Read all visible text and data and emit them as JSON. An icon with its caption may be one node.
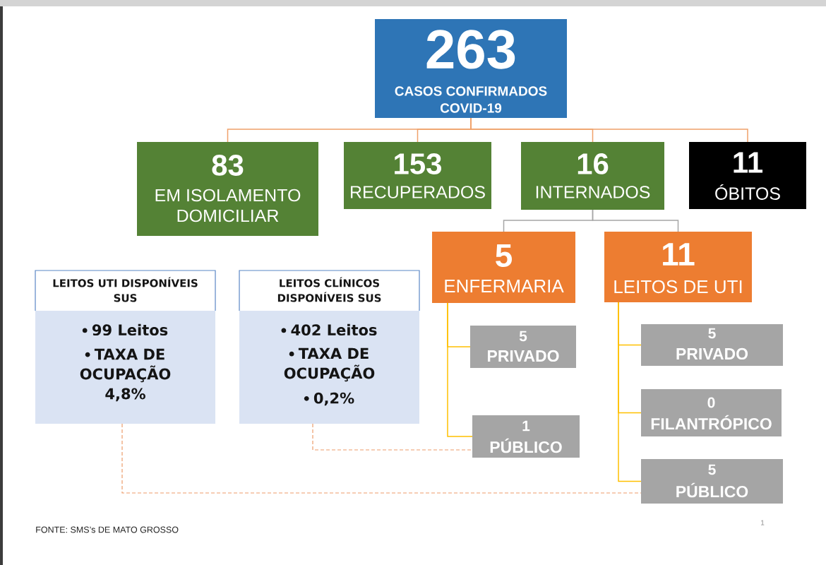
{
  "diagram": {
    "nodes": [
      {
        "text": [
          "263",
          "CASOS CONFIRMADOS COVID-19"
        ]
      },
      {
        "text": [
          "83",
          "EM ISOLAMENTO DOMICILIAR"
        ]
      },
      {
        "text": [
          "153",
          "RECUPERADOS"
        ]
      },
      {
        "text": [
          "16",
          "INTERNADOS"
        ]
      },
      {
        "text": [
          "11",
          "ÓBITOS"
        ]
      },
      {
        "text": [
          "5",
          "ENFERMARIA"
        ]
      },
      {
        "text": [
          "11",
          "LEITOS DE UTI"
        ]
      },
      {
        "text": [
          "LEITOS UTI DISPONÍVEIS SUS",
          "99 Leitos",
          "TAXA DE OCUPAÇÃO 4,8%"
        ]
      },
      {
        "text": [
          "LEITOS CLÍNICOS DISPONÍVEIS SUS",
          "402 Leitos",
          "TAXA DE OCUPAÇÃO",
          "0,2%"
        ]
      },
      {
        "text": [
          "5",
          "PRIVADO"
        ]
      },
      {
        "text": [
          "1",
          "PÚBLICO"
        ]
      },
      {
        "text": [
          "5",
          "PRIVADO"
        ]
      },
      {
        "text": [
          "0",
          "FILANTRÓPICO"
        ]
      },
      {
        "text": [
          "5",
          "PÚBLICO"
        ]
      }
    ],
    "edges": [
      {
        "from": 0,
        "to": 1,
        "arrow": "none",
        "color": "#f0a16a"
      },
      {
        "from": 0,
        "to": 2,
        "arrow": "none",
        "color": "#f0a16a"
      },
      {
        "from": 0,
        "to": 3,
        "arrow": "none",
        "color": "#f0a16a"
      },
      {
        "from": 0,
        "to": 4,
        "arrow": "none",
        "color": "#f0a16a"
      },
      {
        "from": 3,
        "to": 5,
        "arrow": "none",
        "color": "#a6a6a6"
      },
      {
        "from": 3,
        "to": 6,
        "arrow": "none",
        "color": "#a6a6a6"
      },
      {
        "from": 5,
        "to": 9,
        "arrow": "none"
      },
      {
        "from": 5,
        "to": 10,
        "arrow": "none"
      },
      {
        "from": 6,
        "to": 11,
        "arrow": "none"
      },
      {
        "from": 6,
        "to": 12,
        "arrow": "none"
      },
      {
        "from": 6,
        "to": 13,
        "arrow": "none"
      },
      {
        "from": 7,
        "to": 13,
        "arrow": "none",
        "style": "dashed",
        "color": "#ed9c6b"
      },
      {
        "from": 8,
        "to": 10,
        "arrow": "none",
        "style": "dashed",
        "color": "#ed9c6b"
      }
    ],
    "labels": [
      "FONTE: SMS’s DE MATO GROSSO",
      "1"
    ]
  }
}
